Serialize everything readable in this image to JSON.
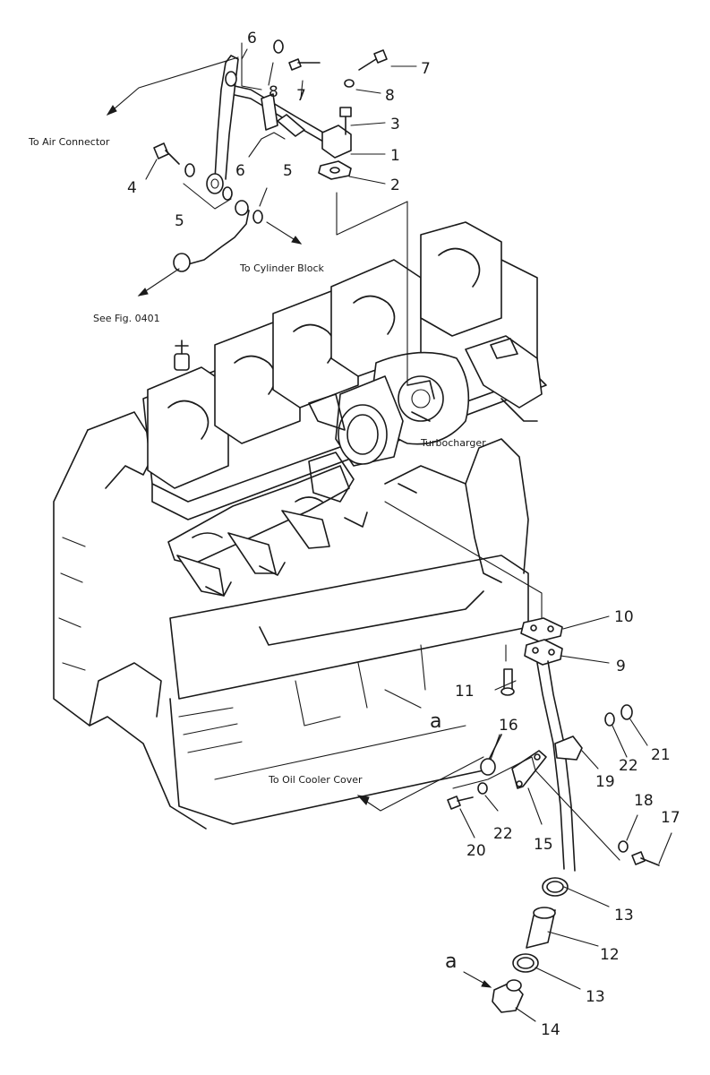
{
  "annotations": {
    "to_air_connector": "To Air Connector",
    "to_cylinder_block": "To Cylinder Block",
    "see_fig": "See Fig. 0401",
    "turbocharger": "Turbocharger",
    "to_oil_cooler_cover": "To Oil Cooler Cover",
    "ref_a_engine": "a",
    "ref_a_fitting": "a"
  },
  "part_numbers": {
    "n1": "1",
    "n2": "2",
    "n3": "3",
    "n4": "4",
    "n5a": "5",
    "n5b": "5",
    "n6a": "6",
    "n6b": "6",
    "n7a": "7",
    "n7b": "7",
    "n8a": "8",
    "n8b": "8",
    "n9": "9",
    "n10": "10",
    "n11": "11",
    "n12": "12",
    "n13a": "13",
    "n13b": "13",
    "n14": "14",
    "n15": "15",
    "n16": "16",
    "n17": "17",
    "n18": "18",
    "n19": "19",
    "n20": "20",
    "n21": "21",
    "n22a": "22",
    "n22b": "22"
  }
}
